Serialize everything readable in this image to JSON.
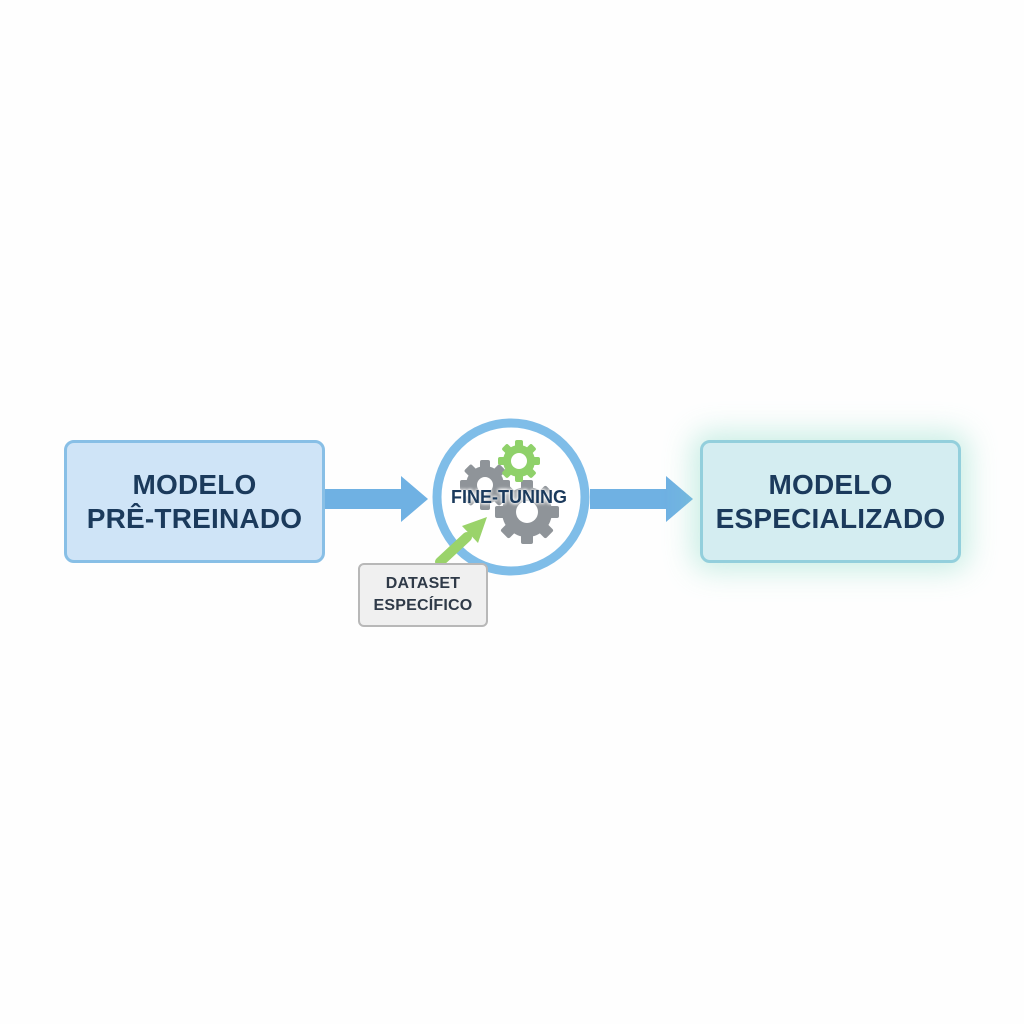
{
  "nodes": {
    "pretrained": {
      "line1": "MODELO",
      "line2": "PRÊ-TREINADO"
    },
    "fine_tuning": {
      "label": "FINE-TUNING"
    },
    "specialized": {
      "line1": "MODELO",
      "line2": "ESPECIALIZADO"
    },
    "dataset": {
      "line1": "DATASET",
      "line2": "ESPECÍFICO"
    }
  },
  "icons": [
    "gear-gray-icon",
    "gear-green-icon",
    "gear-gray-large-icon"
  ],
  "colors": {
    "arrow_blue": "#6fb1e3",
    "ring_blue": "#7fbde8",
    "arrow_green": "#9ad36a",
    "gear_gray": "#8f9499",
    "gear_green": "#8fd16a",
    "text_navy": "#1b3a5c"
  }
}
